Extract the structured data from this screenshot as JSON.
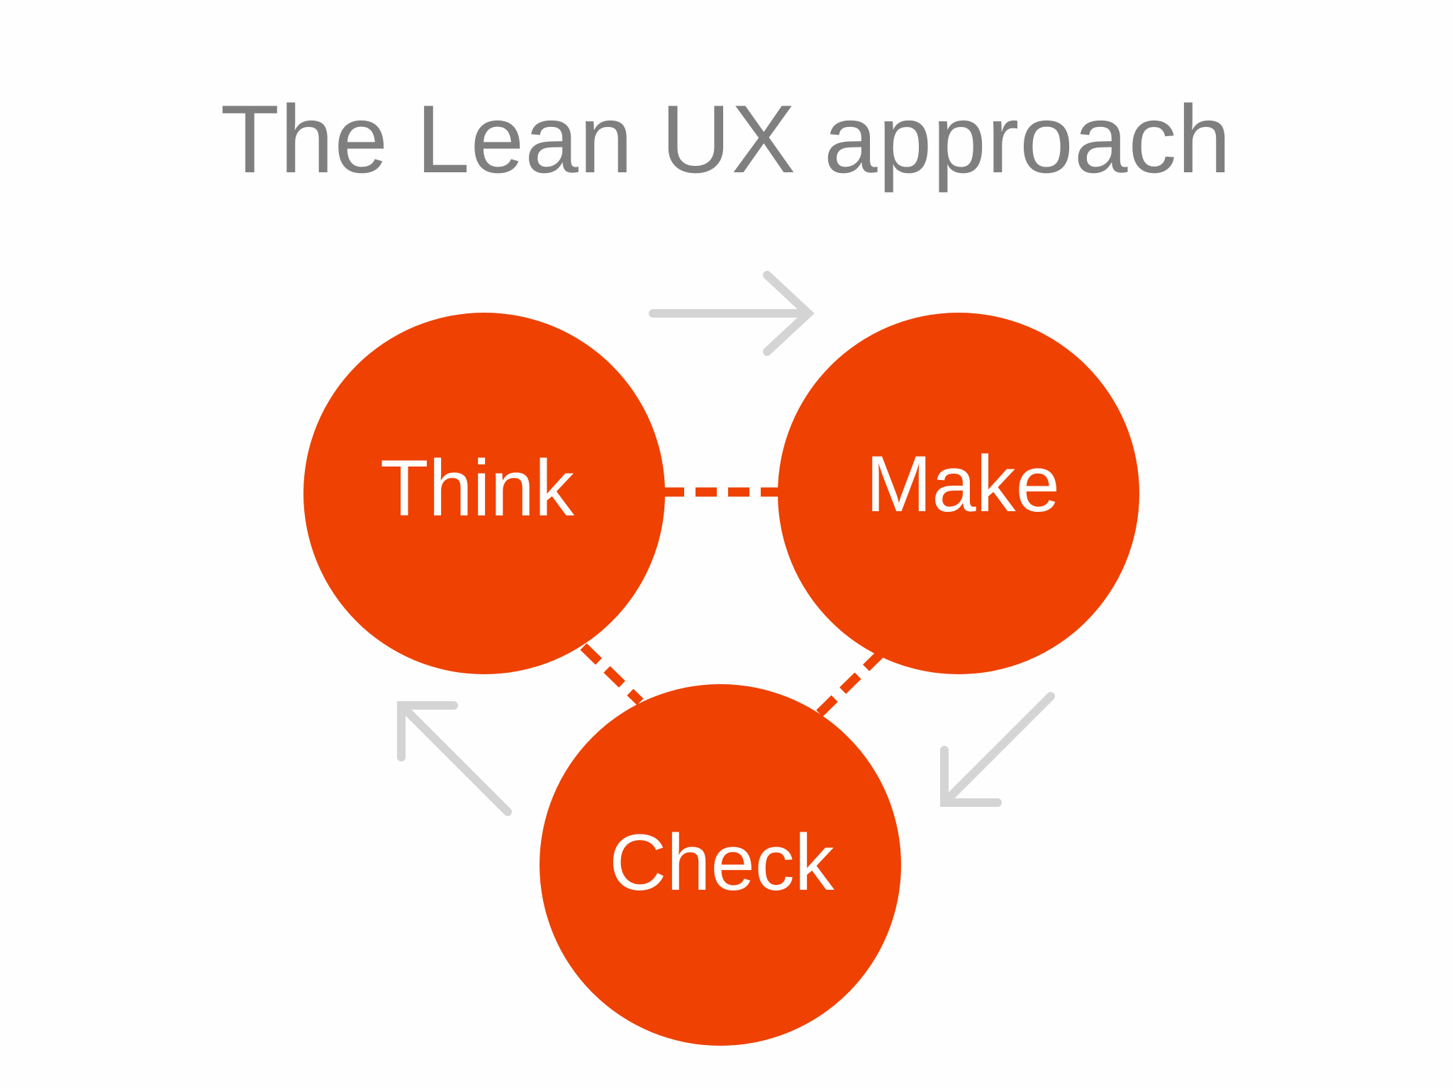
{
  "title": "The Lean UX approach",
  "nodes": [
    {
      "id": "think",
      "label": "Think"
    },
    {
      "id": "make",
      "label": "Make"
    },
    {
      "id": "check",
      "label": "Check"
    }
  ],
  "colors": {
    "circle": "#ee4102",
    "arrow": "#d4d4d4",
    "title": "#7f7f7f"
  }
}
